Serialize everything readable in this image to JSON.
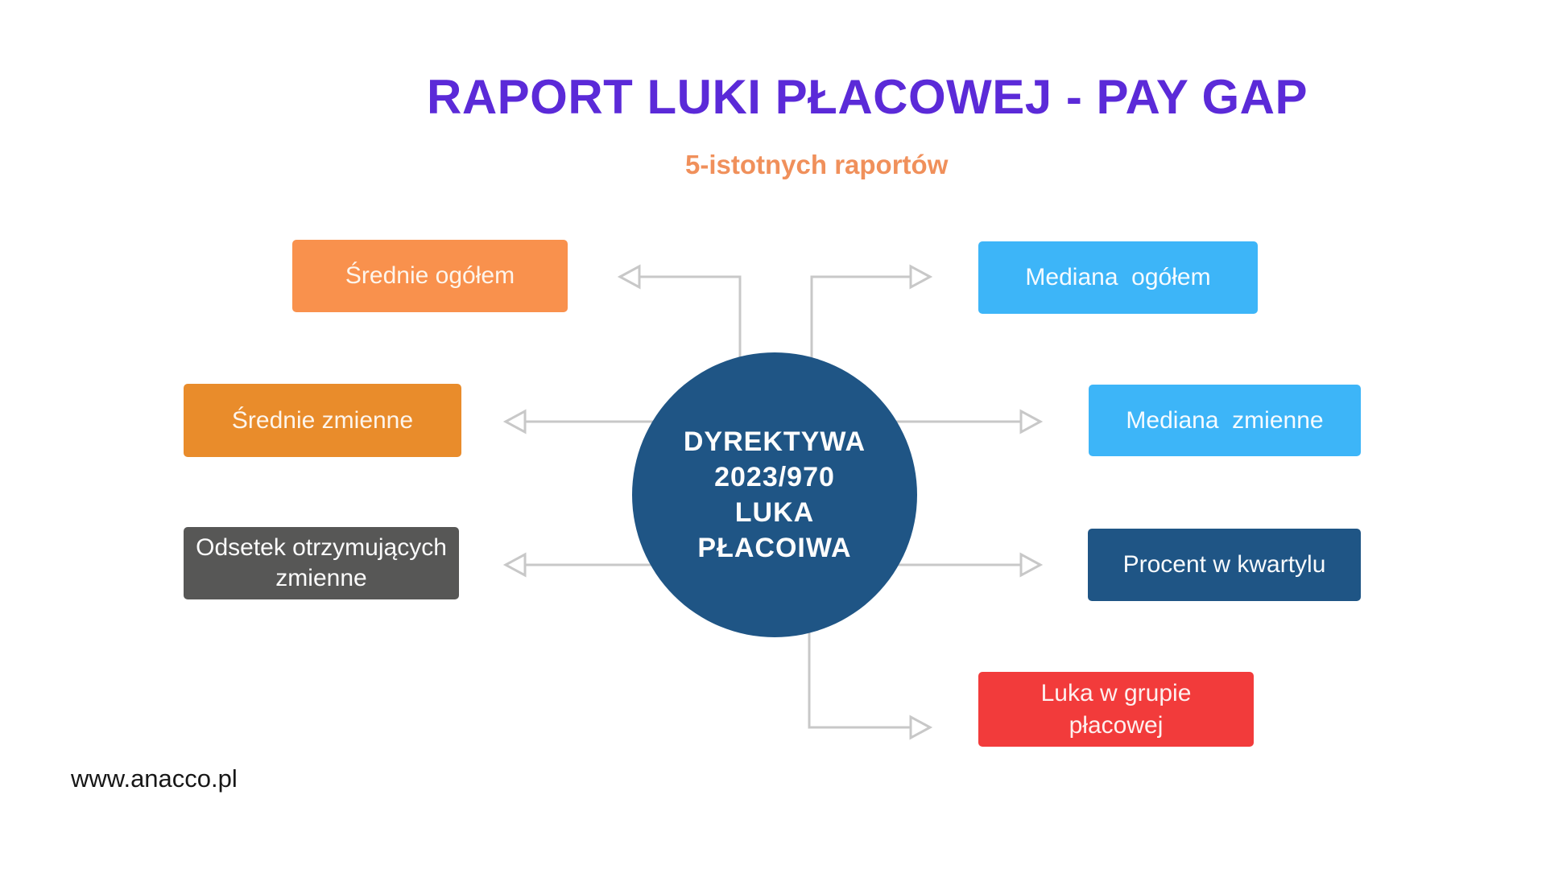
{
  "page": {
    "background_color": "#ffffff"
  },
  "header": {
    "title": "RAPORT LUKI PŁACOWEJ - PAY GAP",
    "title_color": "#5b2ad8",
    "subtitle": "5-istotnych raportów",
    "subtitle_color": "#f0905b"
  },
  "center_node": {
    "lines": [
      "DYREKTYWA",
      "2023/970",
      "LUKA",
      "PŁACOIWA"
    ],
    "color": "#1f5585",
    "text_color": "#fdfdfd"
  },
  "nodes": [
    {
      "id": "srednie-ogolem",
      "label": "Średnie ogółem",
      "color": "#f9914d",
      "position": "top-left"
    },
    {
      "id": "mediana-ogolem",
      "label": "Mediana  ogółem",
      "color": "#3db5f8",
      "position": "top-right"
    },
    {
      "id": "srednie-zmienne",
      "label": "Średnie zmienne",
      "color": "#e98c2b",
      "position": "middle-left"
    },
    {
      "id": "mediana-zmienne",
      "label": "Mediana  zmienne",
      "color": "#3db5f8",
      "position": "middle-right"
    },
    {
      "id": "odsetek-otrzymujacych-zmienne",
      "lines": [
        "Odsetek otrzymujących",
        "zmienne"
      ],
      "color": "#575756",
      "position": "lower-left"
    },
    {
      "id": "procent-w-kwartylu",
      "label": "Procent w kwartylu",
      "color": "#1f5585",
      "position": "lower-right"
    },
    {
      "id": "luka-w-grupie-placowej",
      "lines": [
        "Luka w grupie",
        "płacowej"
      ],
      "color": "#f23b3b",
      "position": "bottom-right"
    }
  ],
  "connectors": {
    "color": "#c8c8c8",
    "count": 6
  },
  "footer": {
    "url": "www.anacco.pl"
  }
}
